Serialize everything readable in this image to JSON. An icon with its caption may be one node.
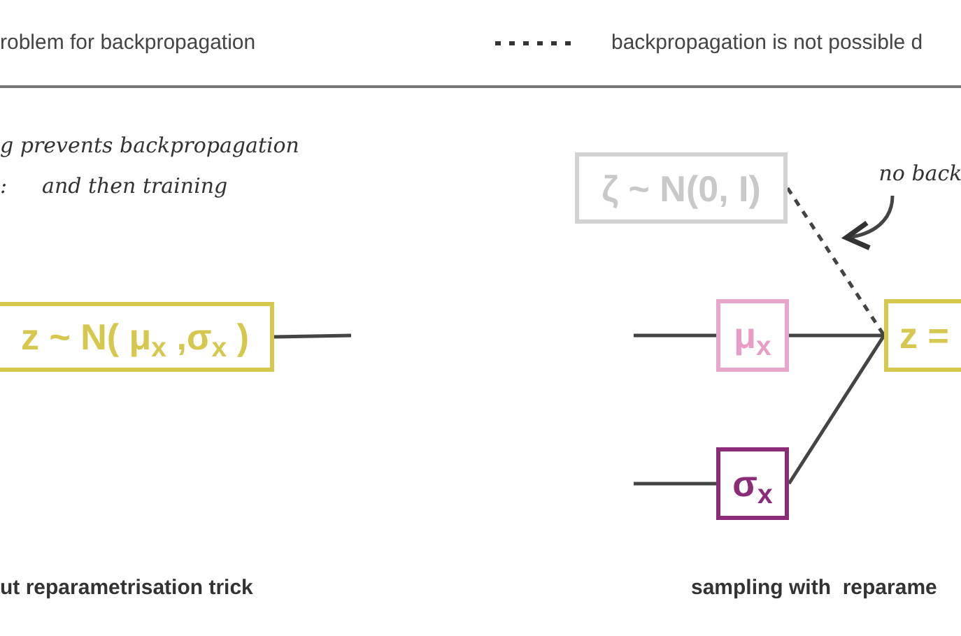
{
  "diagram": {
    "nodes": [
      {
        "text": [
          "z ~ N( μ$_{x}$ ,σ$_{x}$ )"
        ]
      },
      {
        "text": [
          "ζ ~ N(0, I)"
        ]
      },
      {
        "text": [
          "μ$_{x}$"
        ]
      },
      {
        "text": [
          "σ$_{x}$"
        ]
      },
      {
        "text": [
          "z ="
        ]
      },
      {
        "text": [
          "no back"
        ]
      }
    ],
    "edges": [
      {
        "from": 0,
        "to": null,
        "arrow": "none"
      },
      {
        "from": null,
        "to": 2,
        "arrow": "none"
      },
      {
        "from": null,
        "to": 3,
        "arrow": "none"
      },
      {
        "from": 2,
        "to": 4,
        "arrow": "none"
      },
      {
        "from": 3,
        "to": 4,
        "arrow": "none"
      },
      {
        "from": 1,
        "to": 4,
        "arrow": "none",
        "style": "dashed"
      },
      {
        "from": 5,
        "to": null,
        "arrow": "to"
      }
    ],
    "labels": [
      "roblem for backpropagation",
      "g prevents backpropagation",
      ":",
      "and then training",
      "ut reparametrisation trick",
      "sampling with  reparame"
    ],
    "legend": [
      {
        "text": "backpropagation is not possible d"
      }
    ]
  }
}
